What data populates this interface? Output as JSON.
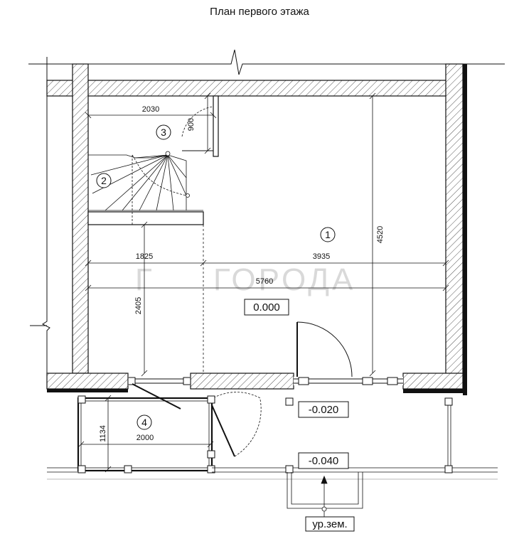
{
  "title": "План первого этажа",
  "watermark": {
    "mark": "Г",
    "text": "ГОРОДА"
  },
  "rooms": [
    {
      "id": "room-1",
      "label": "1"
    },
    {
      "id": "room-2",
      "label": "2"
    },
    {
      "id": "room-3",
      "label": "3"
    },
    {
      "id": "room-4",
      "label": "4"
    }
  ],
  "dimensions": {
    "d2030": "2030",
    "d900": "900",
    "d1825": "1825",
    "d3935": "3935",
    "d5760": "5760",
    "d4520": "4520",
    "d2405": "2405",
    "d1134": "1134",
    "d2000": "2000"
  },
  "levels": {
    "floor": "0.000",
    "porch": "-0.020",
    "step": "-0.040",
    "ground": "ур.зем."
  },
  "colors": {
    "line": "#111111",
    "hatch": "#555555",
    "watermark": "#d9d9d9"
  }
}
